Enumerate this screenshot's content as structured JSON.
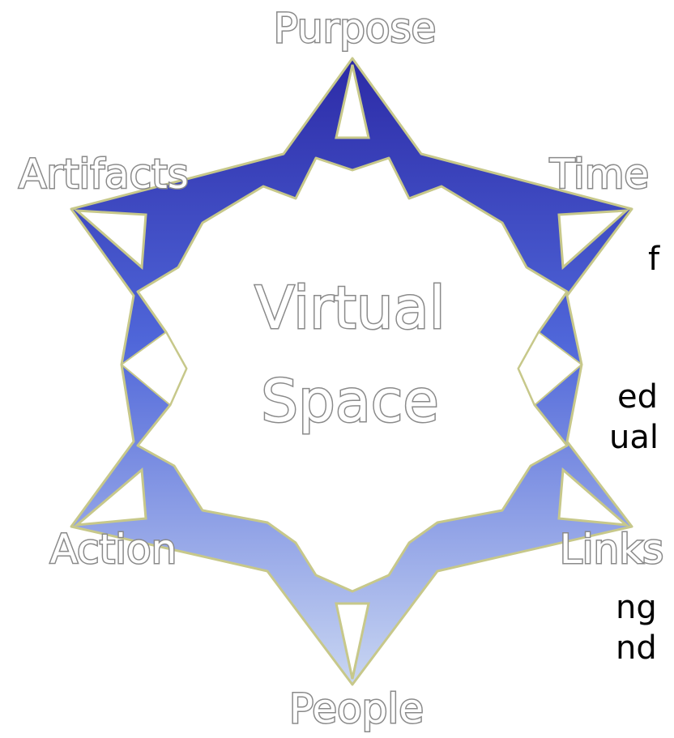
{
  "left_text_fragments": [
    "f",
    "ed",
    "ual",
    "ng",
    "nd"
  ],
  "center": {
    "line1": "Virtual",
    "line2": "Space"
  },
  "nodes": {
    "top": "Purpose",
    "upper_left": "Artifacts",
    "upper_right": "Time",
    "lower_left": "Action",
    "lower_right": "Links",
    "bottom": "People"
  },
  "colors": {
    "shape_dark": "#2c2aa6",
    "shape_mid": "#4f66d9",
    "shape_light": "#c9d6f2",
    "outline": "#c7c88a",
    "label_stroke": "#8a8a8a"
  }
}
